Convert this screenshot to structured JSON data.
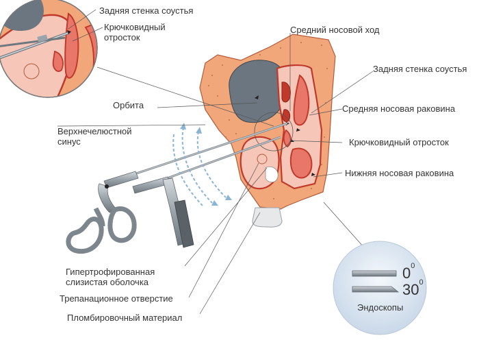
{
  "labels": {
    "posterior_wall_top": "Задняя стенка соустья",
    "uncinate_top_line1": "Крючковидный",
    "uncinate_top_line2": "отросток",
    "middle_meatus": "Средний носовой ход",
    "posterior_wall_right": "Задняя стенка соустья",
    "orbit": "Орбита",
    "middle_turbinate": "Средняя носовая раковина",
    "maxillary_sinus_line1": "Верхнечелюстной",
    "maxillary_sinus_line2": "синус",
    "uncinate_right": "Крючковидный отросток",
    "inferior_turbinate": "Нижняя носовая раковина",
    "hypertrophic_line1": "Гипертрофированная",
    "hypertrophic_line2": "слизистая оболочка",
    "trepanation": "Трепанационное отверстие",
    "filling": "Пломбировочный материал"
  },
  "endoscopes": {
    "angle_0": "0",
    "angle_30": "30",
    "degree_sign": "0",
    "caption": "Эндоскопы"
  },
  "colors": {
    "tissue": "#f2a77a",
    "mucosa": "#e8776a",
    "cavity": "#f6c7b8",
    "bone_red": "#c0392b",
    "orbit_gray": "#6b7680",
    "instrument": "#9aa3aa",
    "circle_bg": "#dde7f1"
  }
}
